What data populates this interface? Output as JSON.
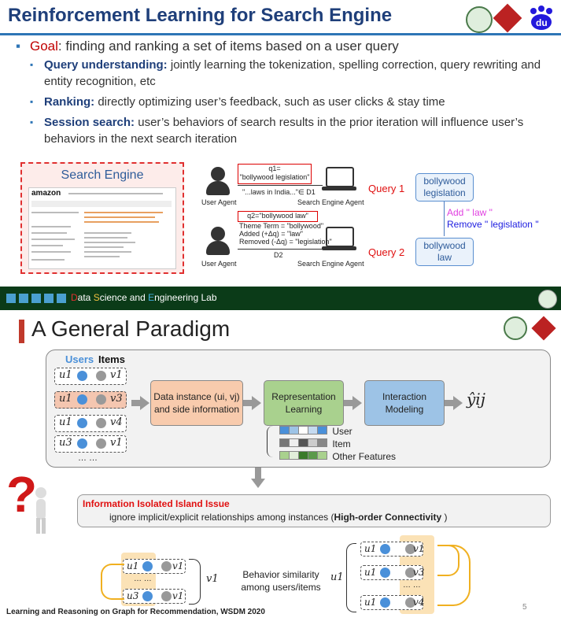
{
  "slide1": {
    "title": "Reinforcement Learning for Search Engine",
    "goal_label": "Goal",
    "goal_text": ": finding and ranking a set of items based on a user query",
    "bullets": [
      {
        "kw": "Query understanding:",
        "text": " jointly learning the tokenization, spelling correction, query rewriting and entity recognition, etc"
      },
      {
        "kw": "Ranking:",
        "text": " directly optimizing user’s feedback, such as user clicks & stay time"
      },
      {
        "kw": "Session search:",
        "text": " user’s behaviors of search results in the prior iteration will influence user’s behaviors in the next search iteration"
      }
    ],
    "search_engine_label": "Search Engine",
    "amazon_logo": "amazon",
    "diagram": {
      "q1": "q1=",
      "q1_val": "\"bollywood legislation\"",
      "d1_text": "\"...laws in India...\"∈ D1",
      "user_agent_1": "User Agent",
      "se_agent_1": "Search Engine Agent",
      "q2": "q2=\"bollywood law\"",
      "theme": "Theme Term = \"bollywood\"",
      "added": "Added (+Δq) = \"law\"",
      "removed": "Removed (-Δq) = \"legislation\"",
      "d2": "D2",
      "user_agent_2": "User Agent",
      "se_agent_2": "Search Engine Agent"
    },
    "query1_label": "Query 1",
    "query1_box": "bollywood legislation",
    "add_text": "Add \" law \"",
    "remove_text": "Remove \" legislation \"",
    "query2_label": "Query 2",
    "query2_box": "bollywood law",
    "footer_d": "D",
    "footer_s": "S",
    "footer_e": "E",
    "footer_text_1": "ata ",
    "footer_text_2": "cience and ",
    "footer_text_3": "ngineering Lab"
  },
  "slide2": {
    "title": "A General Paradigm",
    "users_label": "Users",
    "items_label": "Items",
    "rows": [
      {
        "u": "u1",
        "v": "v1"
      },
      {
        "u": "u1",
        "v": "v3"
      },
      {
        "u": "u1",
        "v": "v4"
      },
      {
        "u": "u3",
        "v": "v1"
      }
    ],
    "ellipsis": "… …",
    "step1": "Data instance (ui, vj) and side information",
    "step2": "Representation Learning",
    "step3": "Interaction Modeling",
    "output": "ŷij",
    "feat_user": "User",
    "feat_item": "Item",
    "feat_other": "Other Features",
    "issue_title": "Information Isolated Island Issue",
    "issue_text_1": "ignore implicit/explicit relationships among instances (",
    "issue_bold": "High-order Connectivity",
    "issue_text_2": " )",
    "left_rows": [
      {
        "u": "u1",
        "v": "v1"
      },
      {
        "u": "u3",
        "v": "v1"
      }
    ],
    "left_brace_label": "v1",
    "behavior_text_1": "Behavior similarity",
    "behavior_text_2": "among users/items",
    "right_label": "u1",
    "right_rows": [
      {
        "u": "u1",
        "v": "v1"
      },
      {
        "u": "u1",
        "v": "v3"
      },
      {
        "u": "u1",
        "v": "v4"
      }
    ],
    "citation": "Learning and Reasoning on Graph for Recommendation, WSDM 2020",
    "page_num": "5"
  },
  "colors": {
    "title_blue": "#1f3f7a",
    "goal_red": "#c00000",
    "accent_red": "#e01010",
    "user_blue": "#4a90d9",
    "step_orange": "#f8cbad",
    "step_green": "#a9d18e",
    "step_blue": "#9dc3e6"
  }
}
